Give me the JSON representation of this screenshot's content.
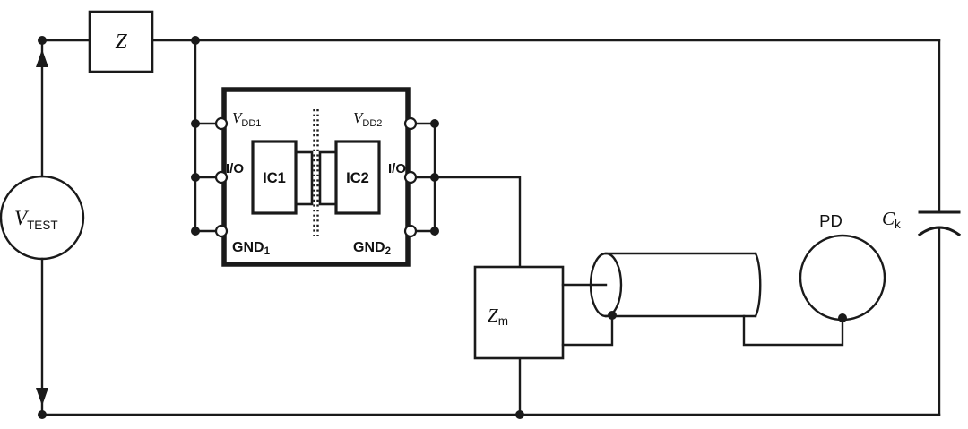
{
  "diagram": {
    "labels": {
      "z": {
        "main": "Z"
      },
      "vtest": {
        "main": "V",
        "sub": "TEST"
      },
      "vdd1": {
        "main": "V",
        "sub": "DD1"
      },
      "vdd2": {
        "main": "V",
        "sub": "DD2"
      },
      "io_left": "I/O",
      "io_right": "I/O",
      "ic1": "IC1",
      "ic2": "IC2",
      "gnd1": {
        "main": "GND",
        "sub": "1"
      },
      "gnd2": {
        "main": "GND",
        "sub": "2"
      },
      "zm": {
        "main": "Z",
        "sub": "m"
      },
      "pd": "PD",
      "ck": {
        "main": "C",
        "sub": "k"
      }
    },
    "colors": {
      "line": "#1a1a1a",
      "background": "#ffffff"
    }
  }
}
